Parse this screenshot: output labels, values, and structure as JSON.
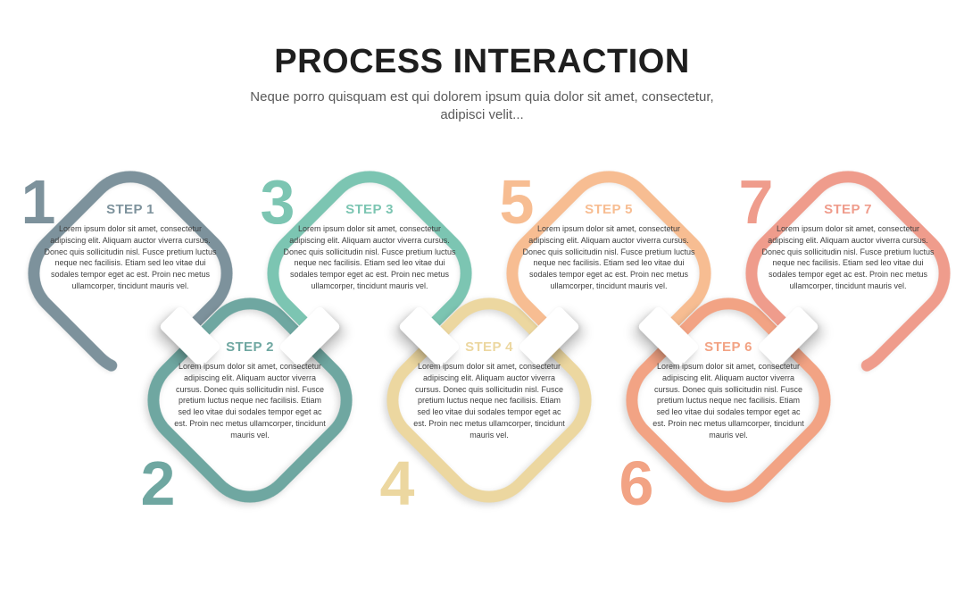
{
  "header": {
    "title": "PROCESS INTERACTION",
    "subtitle": "Neque porro quisquam est qui dolorem ipsum quia dolor sit amet, consectetur, adipisci velit..."
  },
  "connector_color": "#ffffff",
  "steps": [
    {
      "number": "1",
      "label": "STEP 1",
      "color": "#7D929C",
      "row": "top",
      "description": "Lorem ipsum dolor sit amet, consectetur adipiscing elit. Aliquam auctor viverra cursus. Donec quis sollicitudin nisl. Fusce pretium luctus neque nec facilisis. Etiam sed leo vitae dui sodales tempor eget ac est. Proin nec metus ullamcorper, tincidunt mauris vel."
    },
    {
      "number": "2",
      "label": "STEP 2",
      "color": "#6FA7A1",
      "row": "bottom",
      "description": "Lorem ipsum dolor sit amet, consectetur adipiscing elit. Aliquam auctor viverra cursus. Donec quis sollicitudin nisl. Fusce pretium luctus neque nec facilisis. Etiam sed leo vitae dui sodales tempor eget ac est. Proin nec metus ullamcorper, tincidunt mauris vel."
    },
    {
      "number": "3",
      "label": "STEP 3",
      "color": "#7CC5B2",
      "row": "top",
      "description": "Lorem ipsum dolor sit amet, consectetur adipiscing elit. Aliquam auctor viverra cursus. Donec quis sollicitudin nisl. Fusce pretium luctus neque nec facilisis. Etiam sed leo vitae dui sodales tempor eget ac est. Proin nec metus ullamcorper, tincidunt mauris vel."
    },
    {
      "number": "4",
      "label": "STEP 4",
      "color": "#ECD7A0",
      "row": "bottom",
      "description": "Lorem ipsum dolor sit amet, consectetur adipiscing elit. Aliquam auctor viverra cursus. Donec quis sollicitudin nisl. Fusce pretium luctus neque nec facilisis. Etiam sed leo vitae dui sodales tempor eget ac est. Proin nec metus ullamcorper, tincidunt mauris vel."
    },
    {
      "number": "5",
      "label": "STEP 5",
      "color": "#F7BD92",
      "row": "top",
      "description": "Lorem ipsum dolor sit amet, consectetur adipiscing elit. Aliquam auctor viverra cursus. Donec quis sollicitudin nisl. Fusce pretium luctus neque nec facilisis. Etiam sed leo vitae dui sodales tempor eget ac est. Proin nec metus ullamcorper, tincidunt mauris vel."
    },
    {
      "number": "6",
      "label": "STEP 6",
      "color": "#F2A384",
      "row": "bottom",
      "description": "Lorem ipsum dolor sit amet, consectetur adipiscing elit. Aliquam auctor viverra cursus. Donec quis sollicitudin nisl. Fusce pretium luctus neque nec facilisis. Etiam sed leo vitae dui sodales tempor eget ac est. Proin nec metus ullamcorper, tincidunt mauris vel."
    },
    {
      "number": "7",
      "label": "STEP 7",
      "color": "#EF9C8C",
      "row": "top",
      "description": "Lorem ipsum dolor sit amet, consectetur adipiscing elit. Aliquam auctor viverra cursus. Donec quis sollicitudin nisl. Fusce pretium luctus neque nec facilisis. Etiam sed leo vitae dui sodales tempor eget ac est. Proin nec metus ullamcorper, tincidunt mauris vel."
    }
  ]
}
